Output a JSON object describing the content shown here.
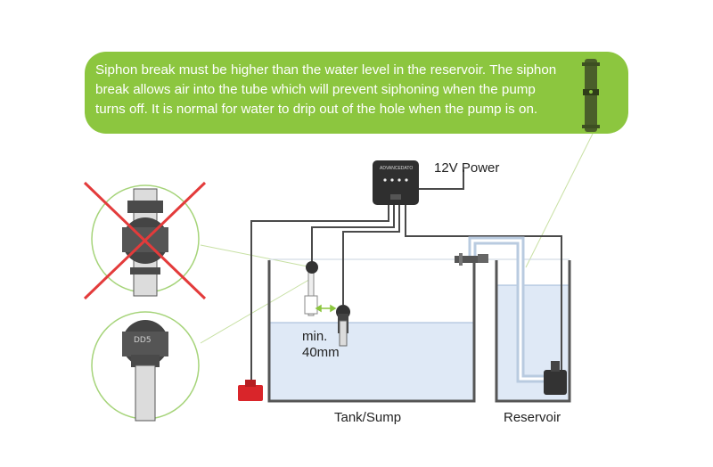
{
  "callout": {
    "text": "Siphon break must be higher than the water level in the reservoir. The siphon break allows air into the tube which will prevent siphoning when the pump turns off. It is normal for water to drip out of the hole when the pump is on."
  },
  "labels": {
    "power": "12V Power",
    "min_distance_line1": "min.",
    "min_distance_line2": "40mm",
    "tank": "Tank/Sump",
    "reservoir": "Reservoir"
  },
  "controller": {
    "logo": "ADVANCEDATO"
  },
  "colors": {
    "callout_green": "#8cc63f",
    "water": "#dfe9f6",
    "cable": "#4a4a4a",
    "circle_outline": "#a6d47a",
    "cross_red": "#e33b3b",
    "leak_sensor": "#d9252a",
    "leader_line": "#c7e0a3"
  }
}
